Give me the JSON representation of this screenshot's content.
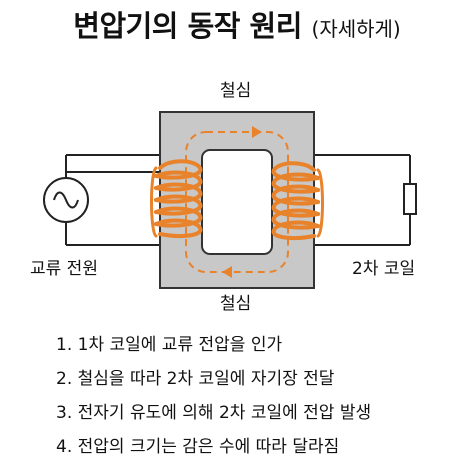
{
  "title": {
    "main": "변압기의 동작 원리",
    "sub": "(자세하게)"
  },
  "labels": {
    "core_top": "철심",
    "core_bottom": "철심",
    "ac_source": "교류 전원",
    "secondary_coil": "2차 코일"
  },
  "steps": [
    "1. 1차 코일에 교류 전압을 인가",
    "2. 철심을 따라 2차 코일에 자기장 전달",
    "3. 전자기 유도에 의해 2차 코일에 전압 발생",
    "4. 전압의 크기는 감은 수에 따라 달라짐"
  ],
  "colors": {
    "core_fill": "#c8c8c8",
    "core_stroke": "#333333",
    "coil": "#e8832b",
    "flux": "#e8832b",
    "wire": "#222222"
  },
  "icons": {
    "source": "ac-sine-icon",
    "load": "resistor-icon"
  }
}
